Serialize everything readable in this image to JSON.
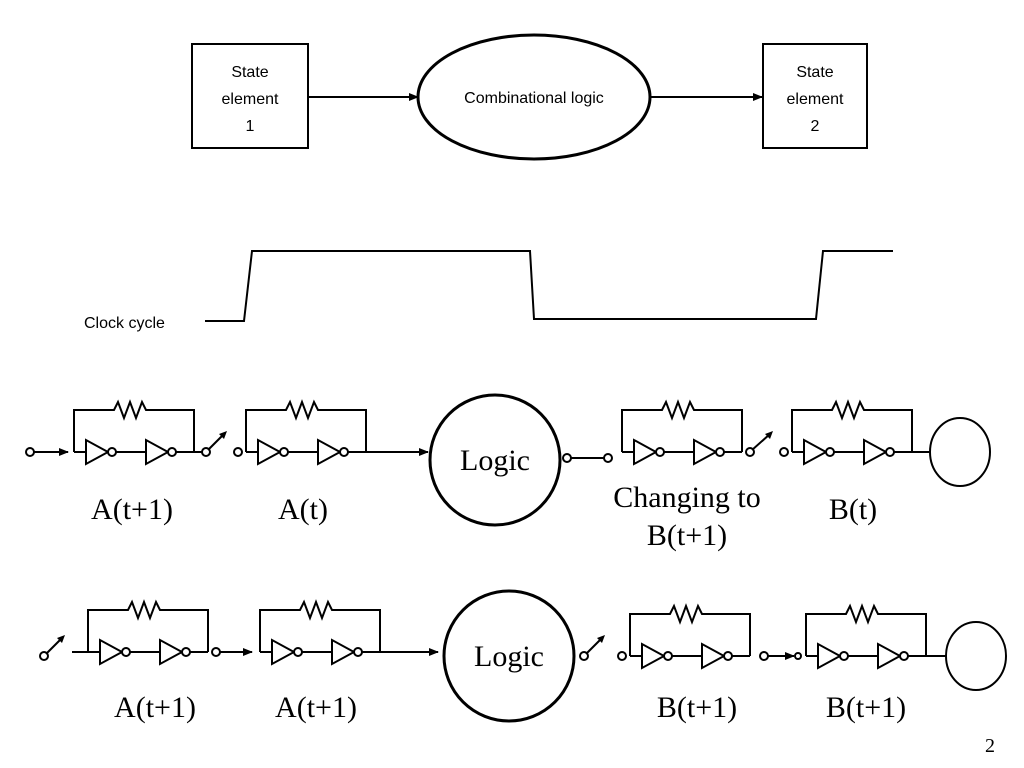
{
  "top_block": {
    "state1": [
      "State",
      "element",
      "1"
    ],
    "logic": "Combinational logic",
    "state2": [
      "State",
      "element",
      "2"
    ]
  },
  "clock": {
    "label": "Clock cycle"
  },
  "row1": {
    "logic_label": "Logic",
    "labels": [
      "A(t+1)",
      "A(t)",
      "Changing to",
      "B(t+1)",
      "B(t)"
    ]
  },
  "row2": {
    "logic_label": "Logic",
    "labels": [
      "A(t+1)",
      "A(t+1)",
      "B(t+1)",
      "B(t+1)"
    ]
  },
  "page_number": "2"
}
